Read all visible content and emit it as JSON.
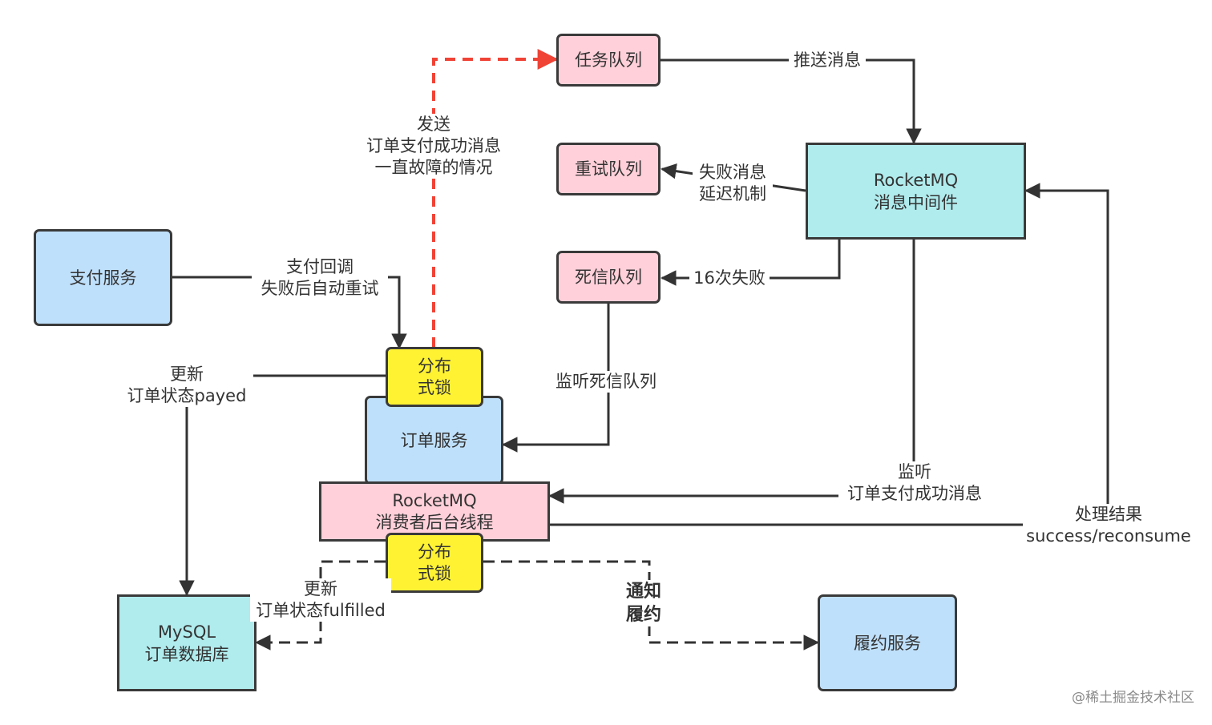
{
  "nodes": {
    "payment_service": "支付服务",
    "task_queue": "任务队列",
    "retry_queue": "重试队列",
    "dead_letter_queue": "死信队列",
    "rocketmq": [
      "RocketMQ",
      "消息中间件"
    ],
    "lock_top": [
      "分布",
      "式锁"
    ],
    "order_service": "订单服务",
    "consumer_thread": [
      "RocketMQ",
      "消费者后台线程"
    ],
    "lock_bottom": [
      "分布",
      "式锁"
    ],
    "mysql": [
      "MySQL",
      "订单数据库"
    ],
    "fulfillment_service": "履约服务"
  },
  "edge_labels": {
    "push_message": "推送消息",
    "failed_delay": [
      "失败消息",
      "延迟机制"
    ],
    "fail_16": "16次失败",
    "send_on_failure": [
      "发送",
      "订单支付成功消息",
      "一直故障的情况"
    ],
    "payment_callback": [
      "支付回调",
      "失败后自动重试"
    ],
    "update_payed": [
      "更新",
      "订单状态payed"
    ],
    "listen_dlq": "监听死信队列",
    "listen_success": [
      "监听",
      "订单支付成功消息"
    ],
    "process_result": [
      "处理结果",
      "success/reconsume"
    ],
    "update_fulfilled": [
      "更新",
      "订单状态fulfilled"
    ],
    "notify_fulfill": [
      "通知",
      "履约"
    ]
  },
  "watermark": "@稀土掘金技术社区",
  "colors": {
    "pink": "#ffd0d9",
    "cyan": "#b0ebed",
    "blue": "#bfe0fb",
    "yellow": "#fff233",
    "line": "#333333",
    "red_dashed": "#f04336"
  }
}
